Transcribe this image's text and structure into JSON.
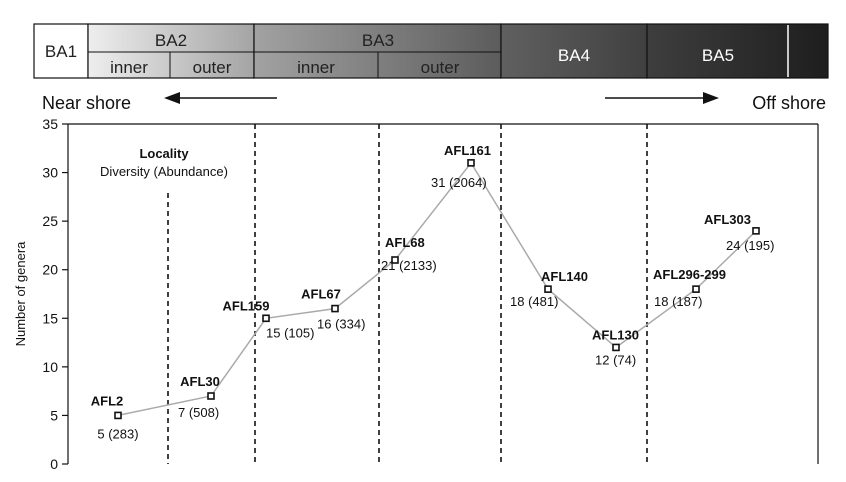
{
  "bands": {
    "ba1": "BA1",
    "ba2": "BA2",
    "ba3": "BA3",
    "ba4": "BA4",
    "ba5": "BA5",
    "inner": "inner",
    "outer": "outer"
  },
  "direction": {
    "near": "Near shore",
    "off": "Off shore"
  },
  "legend": {
    "title": "Locality",
    "subtitle": "Diversity (Abundance)"
  },
  "chart_data": {
    "type": "line",
    "title": "",
    "xlabel": "",
    "ylabel": "Number of genera",
    "ylim": [
      0,
      35
    ],
    "yticks": [
      "0",
      "5",
      "10",
      "15",
      "20",
      "25",
      "30",
      "35"
    ],
    "grid": false,
    "series": [
      {
        "points": [
          {
            "locality": "AFL2",
            "genera": 5,
            "label": "5 (283)"
          },
          {
            "locality": "AFL30",
            "genera": 7,
            "label": "7 (508)"
          },
          {
            "locality": "AFL159",
            "genera": 15,
            "label": "15 (105)"
          },
          {
            "locality": "AFL67",
            "genera": 16,
            "label": "16 (334)"
          },
          {
            "locality": "AFL68",
            "genera": 21,
            "label": "21 (2133)"
          },
          {
            "locality": "AFL161",
            "genera": 31,
            "label": "31 (2064)"
          },
          {
            "locality": "AFL140",
            "genera": 18,
            "label": "18 (481)"
          },
          {
            "locality": "AFL130",
            "genera": 12,
            "label": "12 (74)"
          },
          {
            "locality": "AFL296-299",
            "genera": 18,
            "label": "18 (187)"
          },
          {
            "locality": "AFL303",
            "genera": 24,
            "label": "24 (195)"
          }
        ]
      }
    ]
  }
}
